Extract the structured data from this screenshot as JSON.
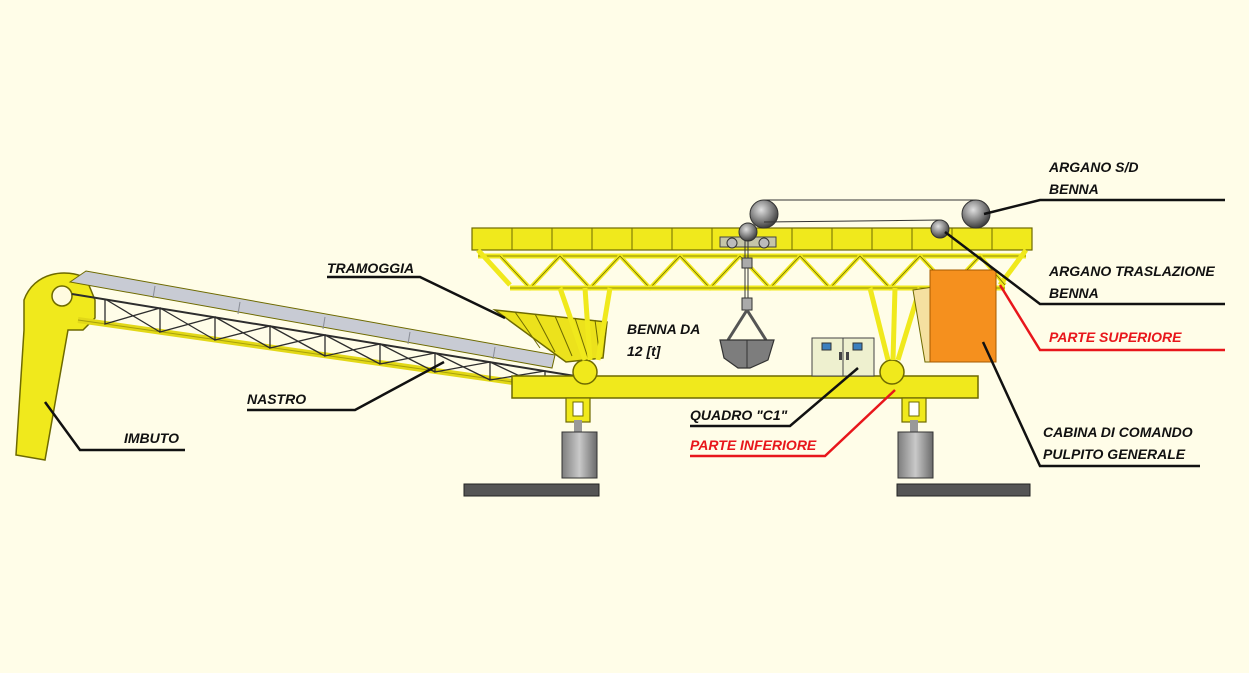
{
  "labels": {
    "argano_sd": [
      "ARGANO S/D",
      "BENNA"
    ],
    "argano_traslazione": [
      "ARGANO TRASLAZIONE",
      "BENNA"
    ],
    "parte_superiore": "PARTE SUPERIORE",
    "tramoggia": "TRAMOGGIA",
    "benna": [
      "BENNA DA",
      "12 [t]"
    ],
    "nastro": "NASTRO",
    "imbuto": "IMBUTO",
    "quadro": "QUADRO \"C1\"",
    "parte_inferiore": "PARTE INFERIORE",
    "cabina": [
      "CABINA DI COMANDO",
      "PULPITO GENERALE"
    ]
  },
  "colors": {
    "background": "#fffde8",
    "structure_yellow": "#f0e91c",
    "structure_outline": "#6e6a00",
    "cabin_orange": "#f5901e",
    "leader_black": "#111111",
    "leader_red": "#e8161b",
    "metal_grey": "#8a8a8a",
    "rail_dark": "#555555",
    "panel_cream": "#eef0cf"
  },
  "icons": {
    "grab": "clamshell-grab-icon",
    "winch": "winch-drum-icon"
  }
}
